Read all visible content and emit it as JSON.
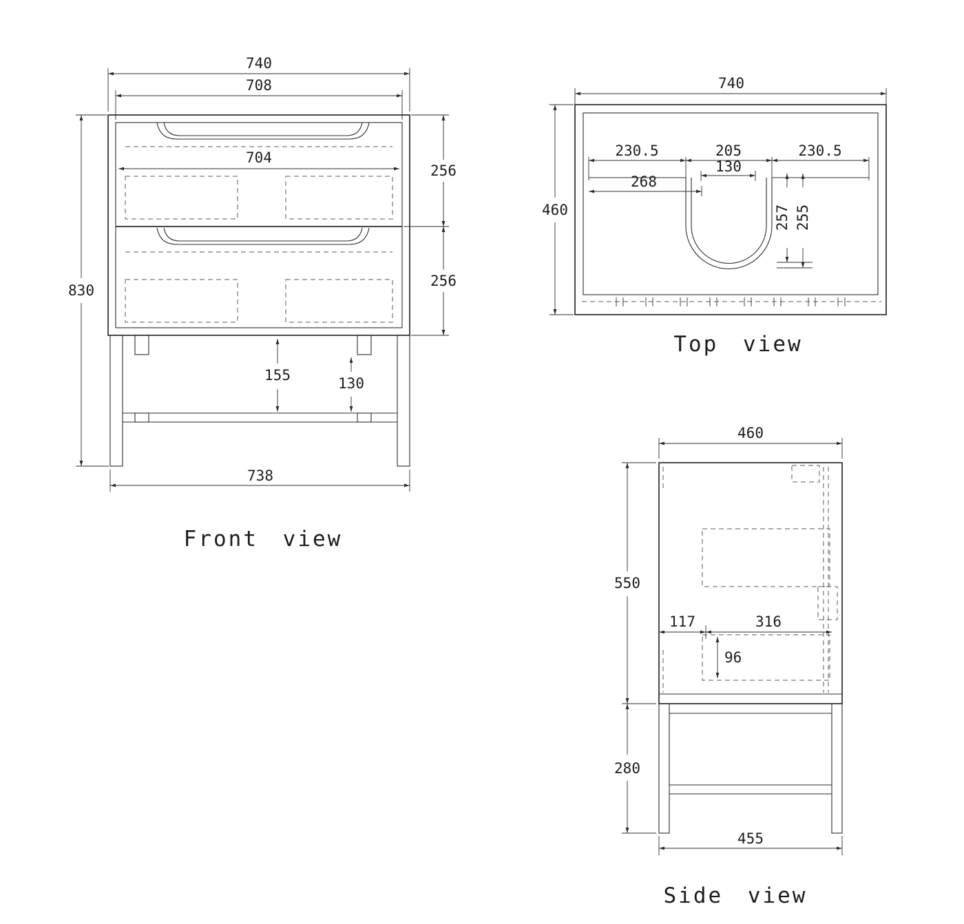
{
  "front": {
    "label": "Front view",
    "dims": {
      "d740": "740",
      "d708": "708",
      "d704": "704",
      "d256a": "256",
      "d256b": "256",
      "d830": "830",
      "d155": "155",
      "d130": "130",
      "d738": "738"
    }
  },
  "top": {
    "label": "Top view",
    "dims": {
      "d740": "740",
      "d460": "460",
      "d230a": "230.5",
      "d205": "205",
      "d230b": "230.5",
      "d130": "130",
      "d268": "268",
      "d257": "257",
      "d255": "255"
    }
  },
  "side": {
    "label": "Side view",
    "dims": {
      "d460": "460",
      "d550": "550",
      "d117": "117",
      "d316": "316",
      "d96": "96",
      "d280": "280",
      "d455": "455"
    }
  }
}
